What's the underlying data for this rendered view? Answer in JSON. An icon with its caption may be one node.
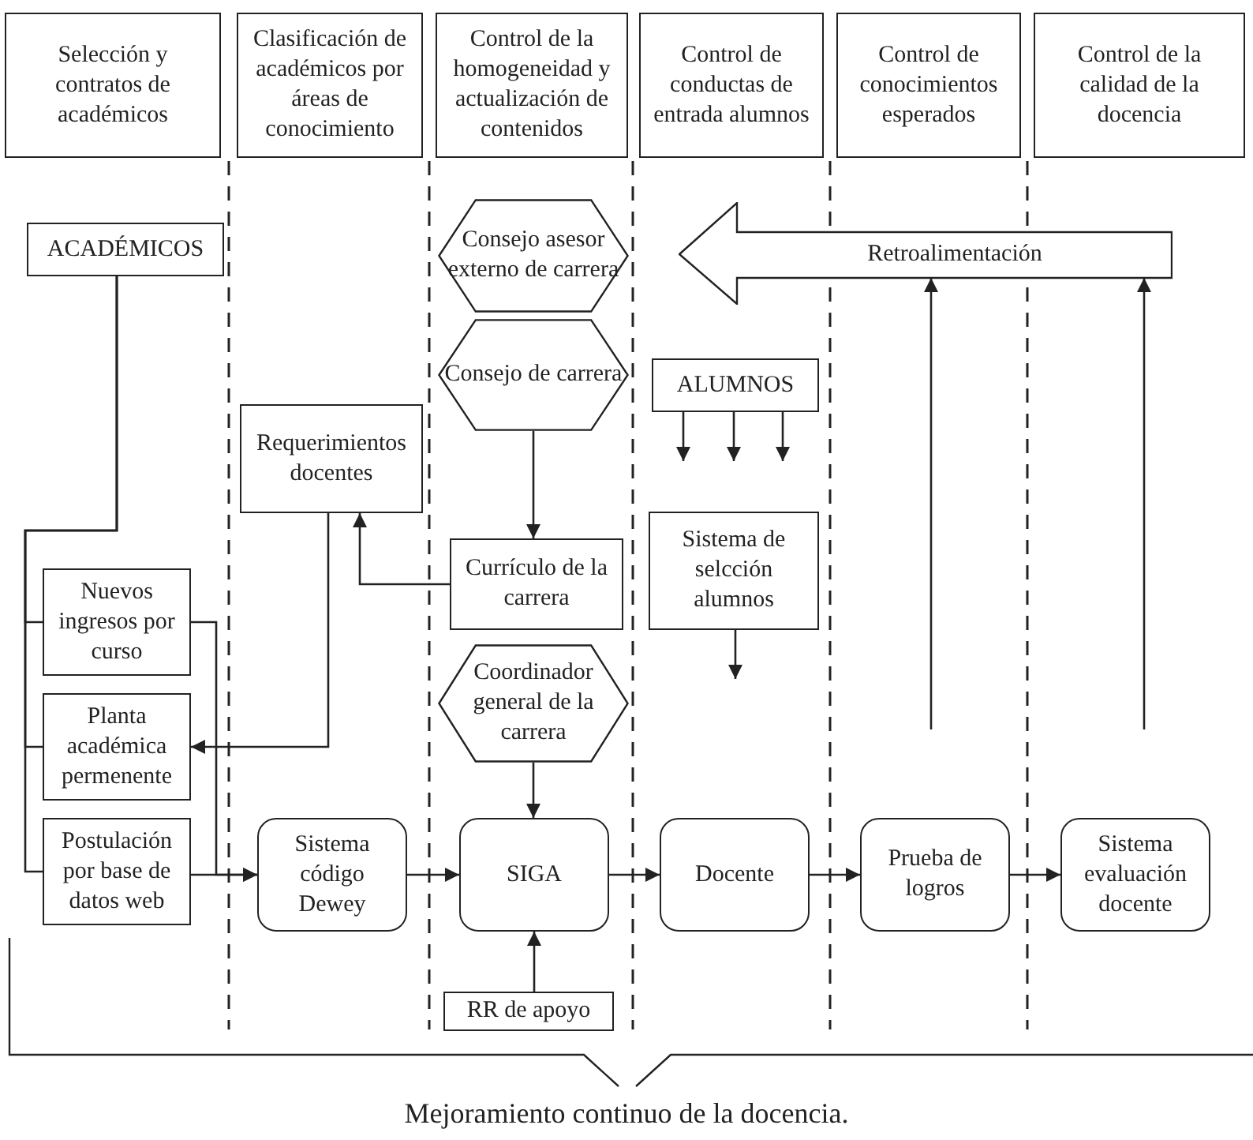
{
  "diagram": {
    "caption": "Mejoramiento continuo de la docencia.",
    "nodes": [
      {
        "text": [
          "Selección y contratos de académicos"
        ]
      },
      {
        "text": [
          "Clasificación de académicos por áreas de conocimiento"
        ]
      },
      {
        "text": [
          "Control de la homogeneidad y actualización de contenidos"
        ]
      },
      {
        "text": [
          "Control de conductas de entrada alumnos"
        ]
      },
      {
        "text": [
          "Control de conocimientos esperados"
        ]
      },
      {
        "text": [
          "Control de la calidad de la docencia"
        ]
      },
      {
        "text": [
          "ACADÉMICOS"
        ]
      },
      {
        "text": [
          "Consejo asesor externo de carrera"
        ]
      },
      {
        "text": [
          "Retroalimentación"
        ]
      },
      {
        "text": [
          "Consejo de carrera"
        ]
      },
      {
        "text": [
          "ALUMNOS"
        ]
      },
      {
        "text": [
          "Requerimientos docentes"
        ]
      },
      {
        "text": [
          "Currículo de la carrera"
        ]
      },
      {
        "text": [
          "Sistema de selcción alumnos"
        ]
      },
      {
        "text": [
          "Nuevos ingresos por curso"
        ]
      },
      {
        "text": [
          "Planta académica permenente"
        ]
      },
      {
        "text": [
          "Postulación por base de datos web"
        ]
      },
      {
        "text": [
          "Sistema código Dewey"
        ]
      },
      {
        "text": [
          "Coordinador general de la carrera"
        ]
      },
      {
        "text": [
          "SIGA"
        ]
      },
      {
        "text": [
          "Docente"
        ]
      },
      {
        "text": [
          "Prueba de logros"
        ]
      },
      {
        "text": [
          "Sistema evaluación docente"
        ]
      },
      {
        "text": [
          "RR de apoyo"
        ]
      }
    ],
    "edges": [
      {
        "from": 6,
        "to": 14,
        "arrow": "none"
      },
      {
        "from": 6,
        "to": 15,
        "arrow": "none"
      },
      {
        "from": 6,
        "to": 16,
        "arrow": "none"
      },
      {
        "from": 14,
        "to": 17,
        "arrow": "to"
      },
      {
        "from": 16,
        "to": 17,
        "arrow": "to"
      },
      {
        "from": 11,
        "to": 15,
        "arrow": "to"
      },
      {
        "from": 12,
        "to": 11,
        "arrow": "to"
      },
      {
        "from": 9,
        "to": 12,
        "arrow": "to"
      },
      {
        "from": 18,
        "to": 19,
        "arrow": "to"
      },
      {
        "from": 23,
        "to": 19,
        "arrow": "to"
      },
      {
        "from": 17,
        "to": 19,
        "arrow": "to"
      },
      {
        "from": 19,
        "to": 20,
        "arrow": "to"
      },
      {
        "from": 20,
        "to": 21,
        "arrow": "to"
      },
      {
        "from": 21,
        "to": 22,
        "arrow": "to"
      },
      {
        "from": 10,
        "to": null,
        "arrow": "to"
      },
      {
        "from": 10,
        "to": null,
        "arrow": "to"
      },
      {
        "from": 10,
        "to": null,
        "arrow": "to"
      },
      {
        "from": 13,
        "to": null,
        "arrow": "to"
      },
      {
        "from": null,
        "to": 8,
        "arrow": "to"
      },
      {
        "from": null,
        "to": 8,
        "arrow": "to"
      }
    ]
  }
}
